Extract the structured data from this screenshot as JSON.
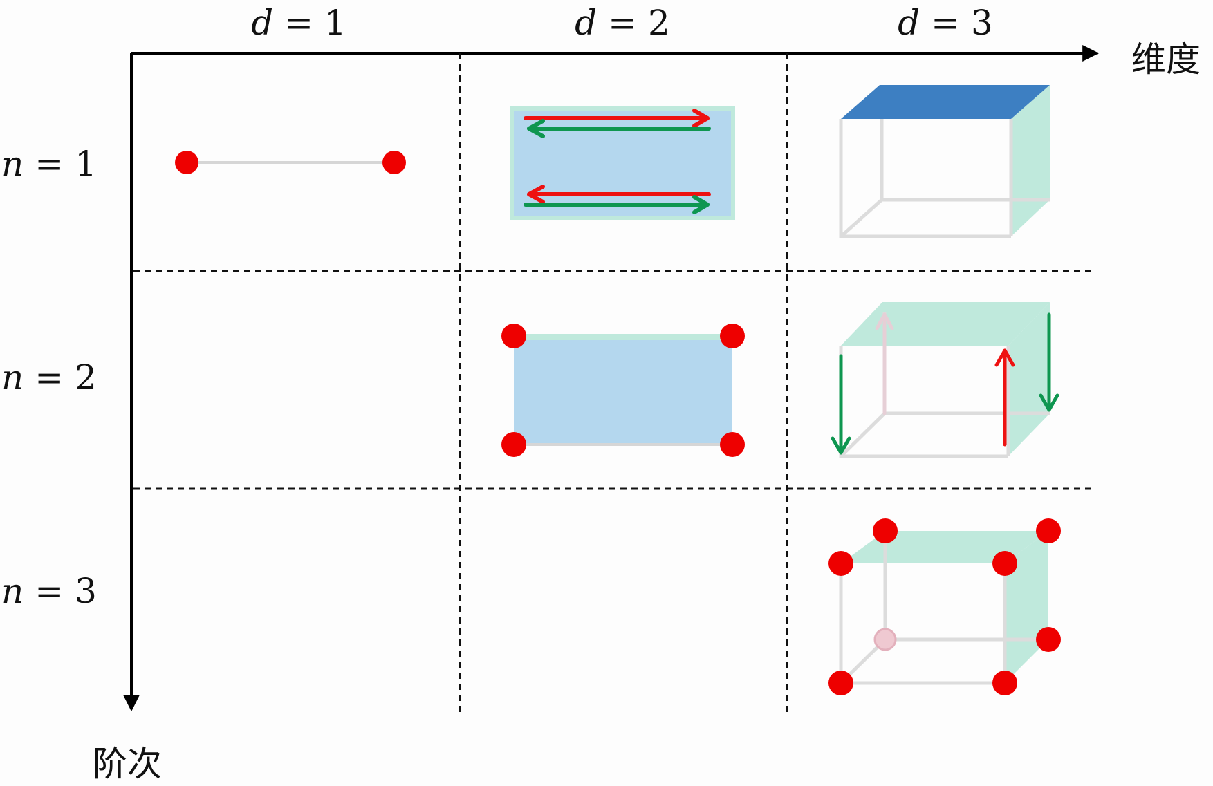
{
  "axes": {
    "horizontal_title": "维度",
    "vertical_title": "阶次"
  },
  "columns": [
    {
      "var": "d",
      "eq": "=",
      "val": "1"
    },
    {
      "var": "d",
      "eq": "=",
      "val": "2"
    },
    {
      "var": "d",
      "eq": "=",
      "val": "3"
    }
  ],
  "rows": [
    {
      "var": "n",
      "eq": "=",
      "val": "1"
    },
    {
      "var": "n",
      "eq": "=",
      "val": "2"
    },
    {
      "var": "n",
      "eq": "=",
      "val": "3"
    }
  ],
  "colors": {
    "node": "#ee0000",
    "edge_light": "#d9d9d9",
    "face_blue": "#b4d7ee",
    "face_green": "#bfe9dc",
    "top_face_dark": "#3d7fc2",
    "arrow_red": "#ee1111",
    "arrow_green": "#0e9650",
    "axis": "#000000"
  }
}
